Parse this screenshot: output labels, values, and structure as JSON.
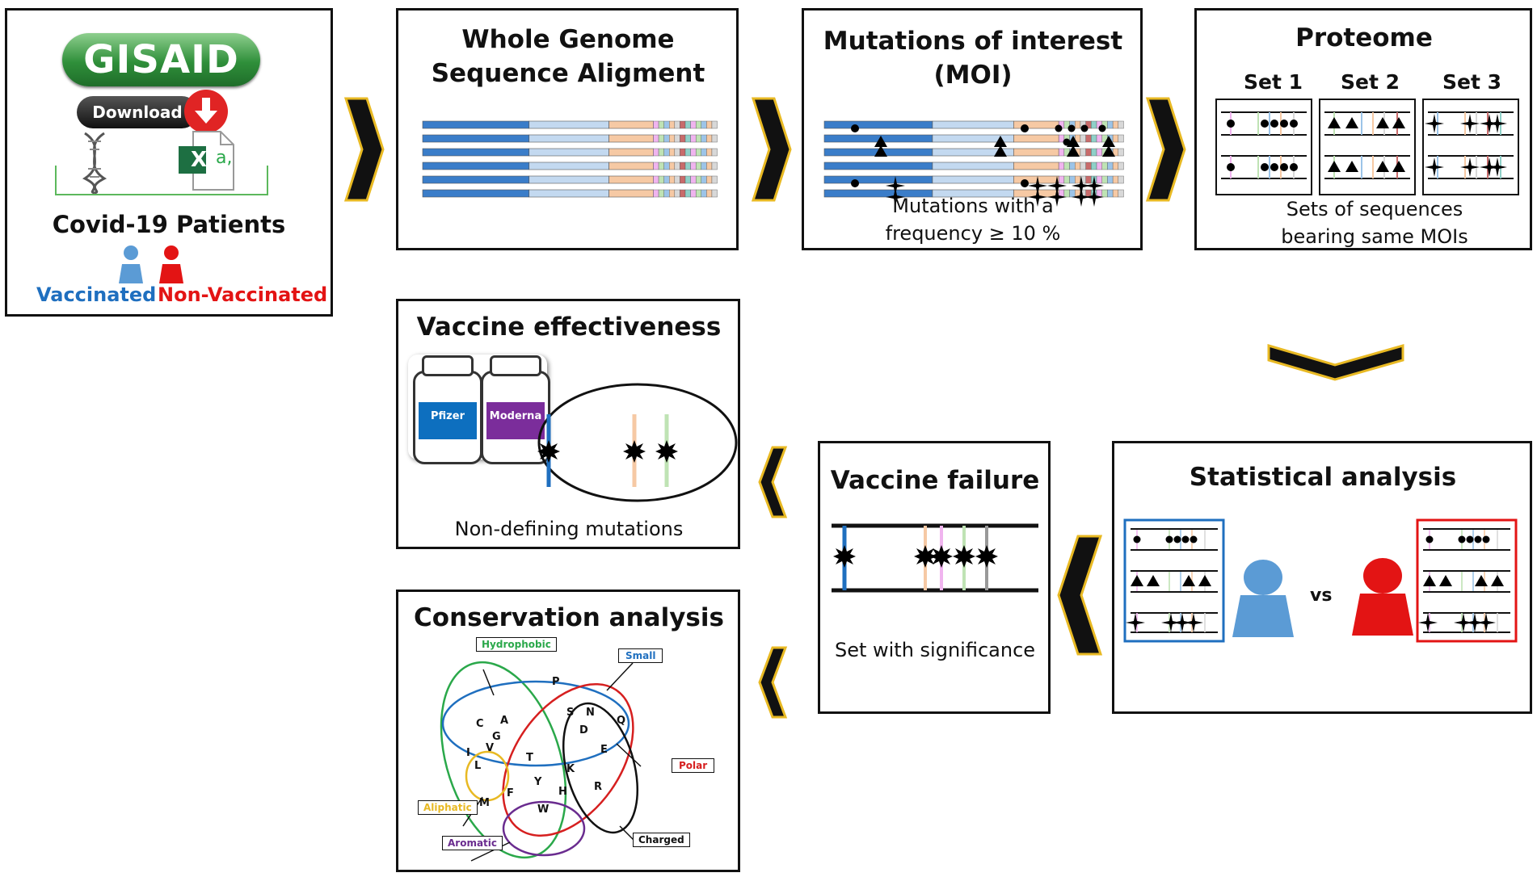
{
  "colors": {
    "chevron_fill": "#111111",
    "chevron_edge": "#e8b923",
    "vaccinated_blue": "#1f6fbf",
    "nonvaccinated_red": "#e31414",
    "gisaid_green": "#2f8f3a",
    "excel_green": "#1d6f42",
    "seg_dark_blue": "#3a7dc9",
    "seg_light_blue": "#c3d9f0",
    "seg_peach": "#f6c9a4",
    "pfizer_blue": "#0d6fbf",
    "moderna_purple": "#7b2d9b",
    "venn_green": "#2aa84a",
    "venn_blue": "#1f6fbf",
    "venn_red": "#d61f1f",
    "venn_yellow": "#e8b923",
    "venn_purple": "#6a2c8f"
  },
  "patients": {
    "gisaid_logo": "GISAID",
    "download_label": "Download",
    "download_icon": "arrow-down-icon",
    "dna_icon": "dna-helix-icon",
    "excel_icon": "excel-file-icon",
    "excel_letter": "X",
    "excel_badge": "a,",
    "title": "Covid-19 Patients",
    "vaccinated": "Vaccinated",
    "non_vaccinated": "Non-Vaccinated"
  },
  "wgs": {
    "title_line1": "Whole Genome",
    "title_line2": "Sequence Aligment"
  },
  "moi": {
    "title_line1": "Mutations of interest",
    "title_line2": "(MOI)",
    "caption_line1": "Mutations with a",
    "caption_line2": "frequency ≥ 10 %"
  },
  "proteome": {
    "title": "Proteome",
    "sets": [
      "Set 1",
      "Set 2",
      "Set 3"
    ],
    "caption_line1": "Sets of sequences",
    "caption_line2": "bearing same  MOIs"
  },
  "vaccine_effectiveness": {
    "title": "Vaccine effectiveness",
    "pfizer": "Pfizer",
    "moderna": "Moderna",
    "caption": "Non-defining mutations"
  },
  "vaccine_failure": {
    "title": "Vaccine failure",
    "caption": "Set with significance"
  },
  "statistical_analysis": {
    "title": "Statistical analysis",
    "vs": "vs"
  },
  "conservation": {
    "title": "Conservation analysis",
    "labels": {
      "hydrophobic": "Hydrophobic",
      "small": "Small",
      "polar": "Polar",
      "aliphatic": "Aliphatic",
      "aromatic": "Aromatic",
      "charged": "Charged"
    },
    "letters": [
      "P",
      "S",
      "N",
      "C",
      "A",
      "G",
      "V",
      "I",
      "D",
      "Q",
      "T",
      "E",
      "L",
      "K",
      "Y",
      "H",
      "R",
      "F",
      "M",
      "W"
    ]
  }
}
